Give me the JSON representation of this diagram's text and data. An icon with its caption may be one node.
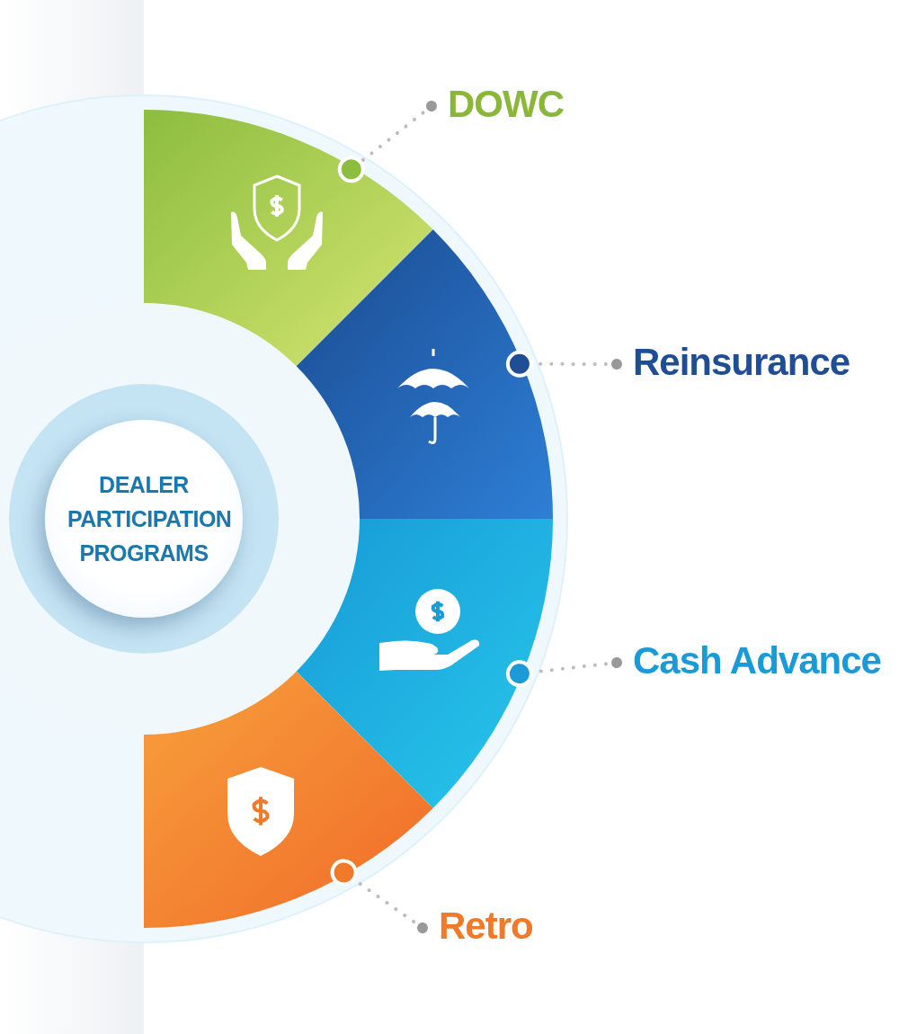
{
  "diagram": {
    "nodes": [
      {
        "text": [
          "DEALER PARTICIPATION PROGRAMS"
        ]
      },
      {
        "text": [],
        "shape": "wedge"
      },
      {
        "text": [
          "DOWC"
        ]
      },
      {
        "text": [],
        "shape": "wedge"
      },
      {
        "text": [
          "Reinsurance"
        ]
      },
      {
        "text": [],
        "shape": "wedge"
      },
      {
        "text": [
          "Cash Advance"
        ]
      },
      {
        "text": [],
        "shape": "wedge"
      },
      {
        "text": [
          "Retro"
        ]
      }
    ],
    "edges": [
      {
        "from": 2,
        "to": 1,
        "arrow": "other",
        "style": "dashed"
      },
      {
        "from": 4,
        "to": 3,
        "arrow": "other",
        "style": "dashed"
      },
      {
        "from": 6,
        "to": 5,
        "arrow": "other",
        "style": "dashed"
      },
      {
        "from": 8,
        "to": 7,
        "arrow": "other",
        "style": "dashed"
      }
    ]
  }
}
